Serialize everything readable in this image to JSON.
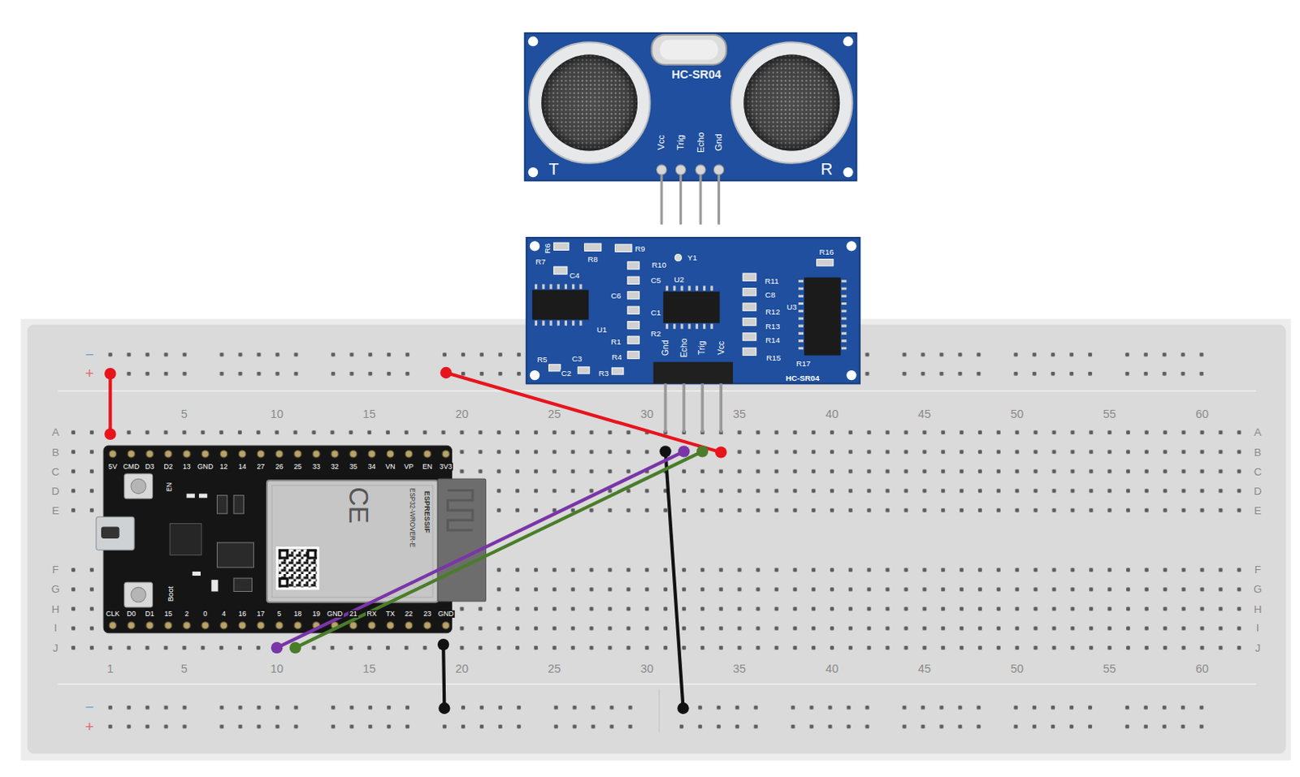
{
  "diagram": {
    "nodes": [
      {
        "text": [
          "HC-SR04"
        ]
      },
      {
        "text": [
          "HC-SR04"
        ]
      },
      {
        "text": [
          "ESPRESSIF",
          "ESP32-WROVER-E",
          "CE"
        ]
      }
    ],
    "labels": [
      "T",
      "R",
      "Vcc",
      "Trig",
      "Echo",
      "Gnd",
      "R6",
      "R7",
      "R8",
      "R9",
      "C4",
      "R10",
      "Y1",
      "R16",
      "C5",
      "U2",
      "C6",
      "R11",
      "C8",
      "C1",
      "R12",
      "U1",
      "R2",
      "R13",
      "R1",
      "U3",
      "R14",
      "R5",
      "C3",
      "R4",
      "R15",
      "R17",
      "C2",
      "R3",
      "Gnd",
      "Echo",
      "Trig",
      "Vcc",
      "−",
      "+",
      "5",
      "10",
      "15",
      "20",
      "25",
      "30",
      "35",
      "40",
      "45",
      "50",
      "55",
      "60",
      "A",
      "B",
      "C",
      "D",
      "E",
      "F",
      "G",
      "H",
      "I",
      "J",
      "A",
      "B",
      "C",
      "D",
      "E",
      "F",
      "G",
      "H",
      "I",
      "J",
      "1",
      "5",
      "10",
      "15",
      "20",
      "25",
      "30",
      "35",
      "40",
      "45",
      "50",
      "55",
      "60",
      "−",
      "+",
      "5V",
      "CMD",
      "D3",
      "D2",
      "13",
      "GND",
      "12",
      "14",
      "27",
      "26",
      "25",
      "33",
      "32",
      "35",
      "34",
      "VN",
      "VP",
      "EN",
      "3V3",
      "CLK",
      "D0",
      "D1",
      "15",
      "2",
      "0",
      "4",
      "16",
      "17",
      "5",
      "18",
      "19",
      "GND",
      "21",
      "RX",
      "TX",
      "22",
      "23",
      "GND",
      "EN",
      "Boot"
    ]
  }
}
